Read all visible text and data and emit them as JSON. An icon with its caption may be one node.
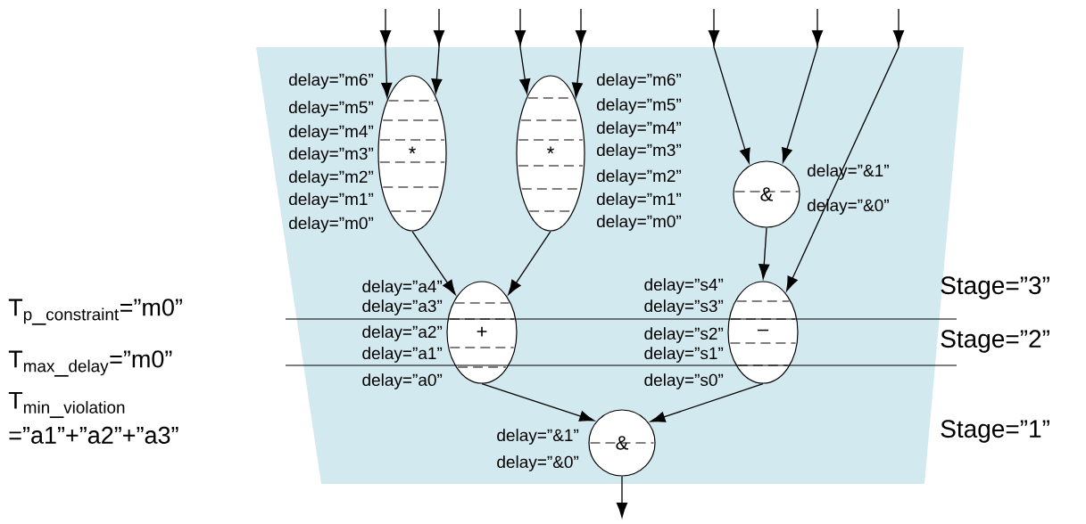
{
  "diagram": {
    "nodes": [
      {
        "text": [
          "*"
        ],
        "beside": [
          "delay=”m6”",
          "delay=”m5”",
          "delay=”m4”",
          "delay=”m3”",
          "delay=”m2”",
          "delay=”m1”",
          "delay=”m0”"
        ]
      },
      {
        "text": [
          "*"
        ],
        "beside": [
          "delay=”m6”",
          "delay=”m5”",
          "delay=”m4”",
          "delay=”m3”",
          "delay=”m2”",
          "delay=”m1”",
          "delay=”m0”"
        ]
      },
      {
        "text": [
          "&"
        ],
        "beside": [
          "delay=”&1”",
          "delay=”&0”"
        ]
      },
      {
        "text": [
          "+"
        ],
        "beside": [
          "delay=”a4”",
          "delay=”a3”",
          "delay=”a2”",
          "delay=”a1”",
          "delay=”a0”"
        ]
      },
      {
        "text": [
          "–"
        ],
        "beside": [
          "delay=”s4”",
          "delay=”s3”",
          "delay=”s2”",
          "delay=”s1”",
          "delay=”s0”"
        ]
      },
      {
        "text": [
          "&"
        ],
        "beside": [
          "delay=”&1”",
          "delay=”&0”"
        ]
      }
    ],
    "edges": [
      {
        "from": null,
        "to": 0,
        "arrow": "to"
      },
      {
        "from": null,
        "to": 0,
        "arrow": "to"
      },
      {
        "from": null,
        "to": 1,
        "arrow": "to"
      },
      {
        "from": null,
        "to": 1,
        "arrow": "to"
      },
      {
        "from": null,
        "to": 2,
        "arrow": "to"
      },
      {
        "from": null,
        "to": 2,
        "arrow": "to"
      },
      {
        "from": null,
        "to": 4,
        "arrow": "to"
      },
      {
        "from": 0,
        "to": 3,
        "arrow": "to"
      },
      {
        "from": 1,
        "to": 3,
        "arrow": "to"
      },
      {
        "from": 2,
        "to": 4,
        "arrow": "to"
      },
      {
        "from": 3,
        "to": 5,
        "arrow": "to"
      },
      {
        "from": 4,
        "to": 5,
        "arrow": "to"
      },
      {
        "from": 5,
        "to": null,
        "arrow": "to"
      }
    ],
    "labels": [
      "Stage=”3”",
      "\\mathrm{T}_{\\mathrm{p\\_constraint}}\\mbox{=”m0”}",
      "Stage=”2”",
      "\\mathrm{T}_{\\mathrm{max\\_delay}}\\mbox{=”m0”}",
      "\\begin{array}{@{}l@{}}\\mathrm{T}_{\\mathrm{min\\_violation}}\\\\ \\mbox{=”a1”+”a2”+”a3”}\\end{array}",
      "Stage=”1”"
    ]
  }
}
